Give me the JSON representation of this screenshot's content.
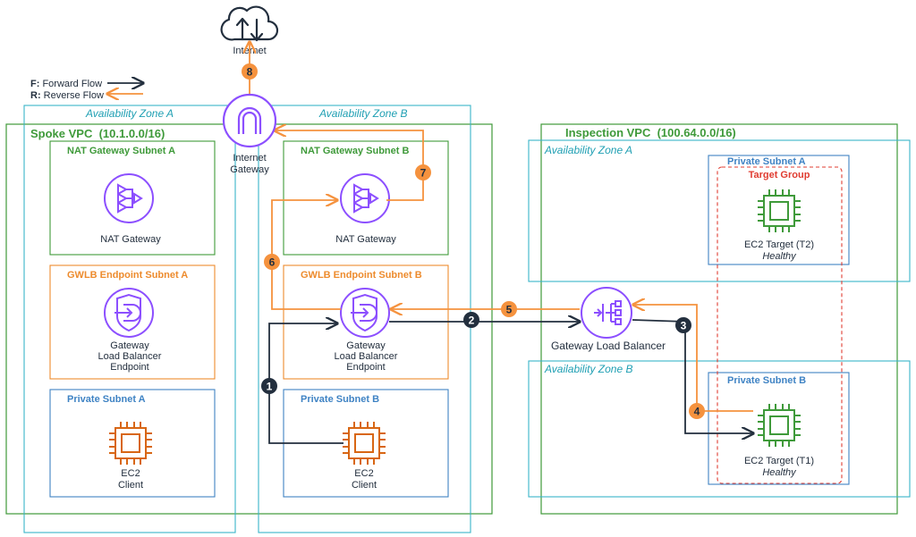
{
  "legend": {
    "forward_key": "F:",
    "forward_text": " Forward Flow",
    "reverse_key": "R:",
    "reverse_text": " Reverse Flow"
  },
  "internet_label": "Internet",
  "igw_label_1": "Internet",
  "igw_label_2": "Gateway",
  "spoke_vpc": {
    "title": "Spoke VPC  (10.1.0.0/16)",
    "az_a": "Availability Zone A",
    "az_b": "Availability Zone B",
    "nat_subnet_a": "NAT Gateway Subnet A",
    "nat_subnet_b": "NAT Gateway Subnet B",
    "nat_gw_label": "NAT Gateway",
    "gwlb_subnet_a": "GWLB Endpoint Subnet A",
    "gwlb_subnet_b": "GWLB Endpoint Subnet B",
    "gwlbe_line1": "Gateway",
    "gwlbe_line2": "Load Balancer",
    "gwlbe_line3": "Endpoint",
    "private_subnet_a": "Private Subnet A",
    "private_subnet_b": "Private Subnet B",
    "ec2_line1": "EC2",
    "ec2_line2": "Client"
  },
  "gwlb_label": "Gateway Load Balancer",
  "inspection_vpc": {
    "title": "Inspection VPC  (100.64.0.0/16)",
    "az_a": "Availability Zone A",
    "az_b": "Availability Zone B",
    "private_subnet_a": "Private Subnet A",
    "private_subnet_b": "Private Subnet B",
    "target_group": "Target Group",
    "t2_label": "EC2 Target (T2)",
    "t1_label": "EC2 Target (T1)",
    "healthy": "Healthy"
  },
  "steps": [
    "1",
    "2",
    "3",
    "4",
    "5",
    "6",
    "7",
    "8"
  ],
  "colors": {
    "vpc_border": "#3f9a3a",
    "az_border": "#3ab4c8",
    "az_text": "#1f9fb3",
    "subnet_green": "#3f9a3a",
    "subnet_orange": "#ed8b2d",
    "subnet_blue": "#3f83c4",
    "purple": "#8c4fff",
    "ec2_orange": "#d86613",
    "ec2_green": "#3f9a3a",
    "forward": "#232f3e",
    "reverse": "#f5923e",
    "target_red": "#e03c31",
    "title_blue": "#1f6fb8"
  }
}
